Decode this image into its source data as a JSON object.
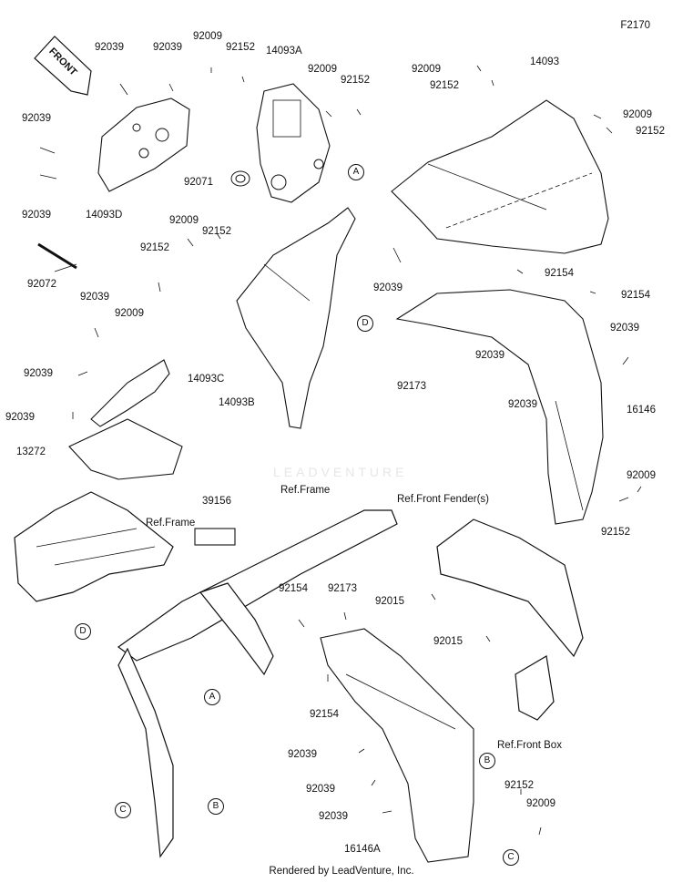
{
  "diagram_id": "F2170",
  "front_tag": "FRONT",
  "credit": "Rendered by LeadVenture, Inc.",
  "watermark": "LEADVENTURE",
  "callouts": {
    "a": "A",
    "b": "B",
    "c": "C",
    "d": "D"
  },
  "labels": {
    "p92039_1": "92039",
    "p92039_2": "92039",
    "p92009_1": "92009",
    "p92152_1": "92152",
    "p14093A": "14093A",
    "p92009_2": "92009",
    "p92152_2": "92152",
    "p92009_3": "92009",
    "p92152_3": "92152",
    "p14093": "14093",
    "p92009_4": "92009",
    "p92152_4": "92152",
    "p92039_3": "92039",
    "p92039_4": "92039",
    "p14093D": "14093D",
    "p92071": "92071",
    "p92009_5": "92009",
    "p92152_5": "92152",
    "p92072": "92072",
    "p92152_6": "92152",
    "p92009_6": "92009",
    "p92039_5": "92039",
    "p92154_1": "92154",
    "p92154_2": "92154",
    "p92039_6": "92039",
    "p92039_7": "92039",
    "p92173_1": "92173",
    "p92039_8": "92039",
    "p14093C": "14093C",
    "p92039_9": "92039",
    "p14093B": "14093B",
    "p92039_10": "92039",
    "p92039_11": "92039",
    "p16146": "16146",
    "p13272": "13272",
    "p92009_7": "92009",
    "p92152_7": "92152",
    "ref_frame_1": "Ref.Frame",
    "ref_front_fender": "Ref.Front Fender(s)",
    "p39156": "39156",
    "ref_frame_2": "Ref.Frame",
    "p92154_3": "92154",
    "p92173_2": "92173",
    "p92015_1": "92015",
    "p92015_2": "92015",
    "p92154_4": "92154",
    "ref_front_box": "Ref.Front Box",
    "p92039_12": "92039",
    "p92039_13": "92039",
    "p92152_8": "92152",
    "p92009_8": "92009",
    "p92039_14": "92039",
    "p16146A": "16146A"
  }
}
